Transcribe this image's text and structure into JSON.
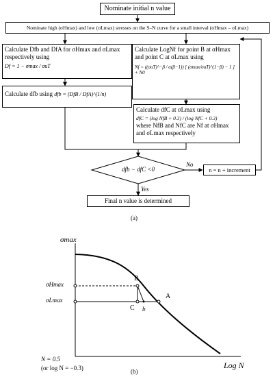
{
  "flowchart": {
    "start": "Nominate  initial  n  value",
    "stress_select": "Nominate high (σHmax) and low (σLmax) stresses on the S–N curve for a small interval (σHmax – σLmax)",
    "calc_D": {
      "line1": "Calculate  Dfb  and  DfA  for  σHmax  and  σLmax",
      "line2": "respectively using",
      "formula": "Df = 1 − σmax / σuT"
    },
    "calc_dfb": {
      "text": "Calculate dfb using",
      "formula": "dfb = (DfB / DfA)^(1/n)"
    },
    "calc_logN": {
      "line1": "Calculate LogNf for point B at σHmax",
      "line2": "and point C at σLmax using",
      "formula": "Nf = ((σuT)^−β / α(β−1)) [ (σmax/σuT)^(1−β) − 1 ] + N0"
    },
    "calc_dfc": {
      "line1": "Calculate  dfC  at σLmax using",
      "formula": "dfC = (log NfB + 0.3) / (log NfC + 0.3)",
      "line2": "where NfB and NfC are Nf at σHmax",
      "line3": "and σLmax respectively"
    },
    "decision": "dfb − dfC <0",
    "no_label": "No",
    "yes_label": "Yes",
    "increment": "n = n + increment",
    "final": "Final n value is determined",
    "caption": "(a)"
  },
  "sn_plot": {
    "y_axis_label": "σmax",
    "x_axis_label": "Log N",
    "sigma_high": "σHmax",
    "sigma_low": "σLmax",
    "point_B": "B",
    "point_A": "A",
    "point_C": "C",
    "point_b": "b",
    "note1": "N = 0.5",
    "note2": "(or log N = −0.3)",
    "caption": "(b)"
  }
}
